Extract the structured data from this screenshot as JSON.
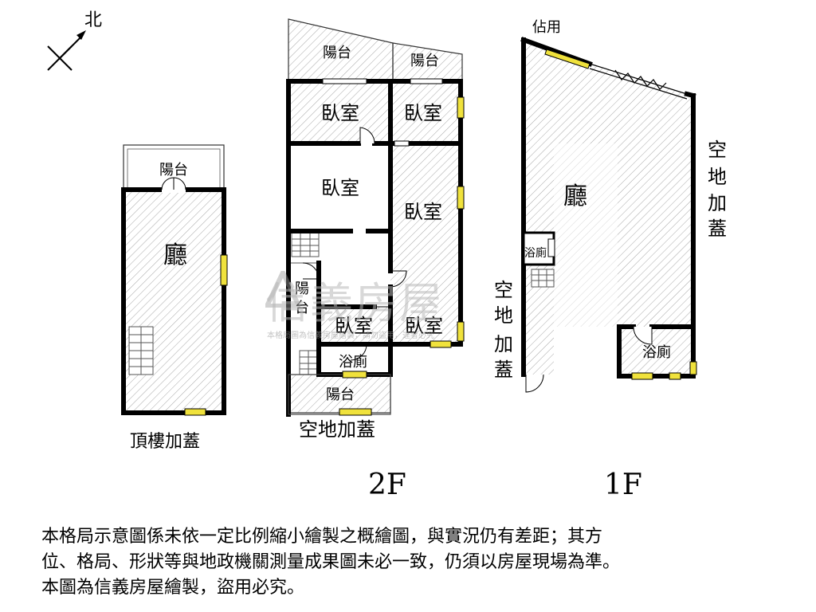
{
  "compass": {
    "north_label": "北"
  },
  "rooftop": {
    "caption": "頂樓加蓋",
    "balcony": "陽台",
    "hall": "廳"
  },
  "floor2": {
    "floor_label": "2F",
    "caption": "空地加蓋",
    "balcony_left": "陽台",
    "balcony_right": "陽台",
    "bedroom_1": "臥室",
    "bedroom_2": "臥室",
    "bedroom_3": "臥室",
    "bedroom_4": "臥室",
    "bedroom_5": "臥室",
    "bedroom_6": "臥室",
    "side_balcony": [
      "陽",
      "台"
    ],
    "bath": "浴廁",
    "balcony_bottom": "陽台"
  },
  "floor1": {
    "floor_label": "1F",
    "occupied": "佔用",
    "hall": "廳",
    "bath_small": "浴廁",
    "bath": "浴廁",
    "left_addition": [
      "空",
      "地",
      "加",
      "蓋"
    ],
    "right_addition": [
      "空",
      "地",
      "加",
      "蓋"
    ]
  },
  "watermark": {
    "brand": "信義房屋",
    "note": "本格局圖為信義房屋繪製，請勿盜用，違者必究"
  },
  "disclaimer": [
    "本格局示意圖係未依一定比例縮小繪製之概繪圖，與實況仍有差距；其方",
    "位、格局、形狀等與地政機關測量成果圖未必一致，仍須以房屋現場為準。",
    "本圖為信義房屋繪製，盜用必究。"
  ],
  "colors": {
    "wall": "#000000",
    "window": "#f0e23c",
    "hatch": "#9a9a9a"
  }
}
